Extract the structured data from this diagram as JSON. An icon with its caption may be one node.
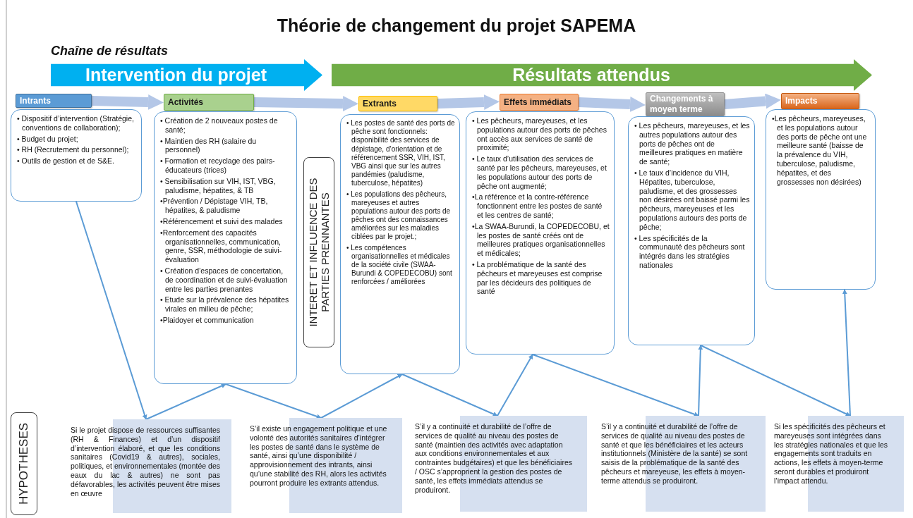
{
  "diagram": {
    "title": "Théorie de changement du projet SAPEMA",
    "nodes": [
      {
        "text": [
          "Intervention du projet"
        ]
      },
      {
        "text": [
          "Résultats attendus"
        ]
      },
      {
        "text": [
          "Intrants"
        ]
      },
      {
        "text": [
          "Activités"
        ]
      },
      {
        "text": [
          "Extrants"
        ]
      },
      {
        "text": [
          "Effets immédiats"
        ]
      },
      {
        "text": [
          "Changements à moyen terme"
        ]
      },
      {
        "text": [
          "Impacts"
        ]
      },
      {
        "text": [
          "• Dispositif d’intervention (Stratégie, conventions de collaboration);",
          "• Budget du projet;",
          "• RH (Recrutement du personnel);",
          "• Outils de gestion et de S&E."
        ]
      },
      {
        "text": [
          "• Création de 2 nouveaux postes de santé;",
          "• Maintien des RH (salaire du personnel)",
          "• Formation et recyclage des pairs-éducateurs (trices)",
          "• Sensibilisation sur VIH, IST, VBG, paludisme, hépatites, & TB",
          "•Prévention / Dépistage VIH, TB, hépatites, & paludisme",
          "•Référencement et suivi des malades",
          "•Renforcement des capacités organisationnelles, communication, genre, SSR, méthodologie de suivi-évaluation",
          "• Création d’espaces de concertation, de coordination et de suivi-évaluation entre les parties prenantes",
          "• Etude sur la prévalence des hépatites virales en milieu de pêche;",
          "•Plaidoyer et communication"
        ]
      },
      {
        "text": [
          "INTERET ET INFLUENCE DES PARTIES PRENNANTES"
        ]
      },
      {
        "text": [
          "• Les postes de santé des ports de pêche sont fonctionnels: disponibilité des services de dépistage, d’orientation et de référencement SSR, VIH, IST, VBG ainsi que sur les autres pandémies (paludisme, tuberculose, hépatites)",
          "• Les populations des pêcheurs, mareyeuses et autres populations autour des ports de pêches ont des connaissances améliorées sur les maladies ciblées par le projet.;",
          "• Les compétences organisationnelles et médicales de la société civile (SWAA-Burundi & COPEDECOBU) sont renforcées / améliorées"
        ]
      },
      {
        "text": [
          "• Les pêcheurs, mareyeuses, et les populations autour des ports de pêches ont accès aux services de santé de proximité;",
          "• Le taux d’utilisation des services de santé par les pêcheurs, mareyeuses, et les populations autour des ports de pêche ont augmenté;",
          "•La référence et la contre-référence fonctionnent entre les postes de santé et les centres de santé;",
          "•La SWAA-Burundi, la COPEDECOBU, et les postes de santé créés ont de meilleures pratiques organisationnelles et médicales;",
          "• La problématique de la santé des pêcheurs et mareyeuses est comprise par les décideurs des politiques de santé"
        ]
      },
      {
        "text": [
          "• Les pêcheurs, mareyeuses, et les autres populations autour des ports de pêches ont de meilleures pratiques en matière de santé;",
          "• Le taux d’incidence du VIH, Hépatites, tuberculose, paludisme, et des grossesses non désirées ont baissé parmi les pêcheurs, mareyeuses et les populations autours des ports de pêche;",
          "• Les spécificités de la communauté des pêcheurs sont intégrés dans les stratégies nationales"
        ]
      },
      {
        "text": [
          "•Les pêcheurs, mareyeuses, et les populations autour des ports de pêche ont une meilleure santé (baisse de la prévalence du VIH, tuberculose, paludisme, hépatites, et des grossesses non désirées)"
        ]
      },
      {
        "text": [
          "HYPOTHESES"
        ]
      },
      {
        "text": [
          "Si le projet dispose de ressources suffisantes (RH & Finances) et d’un dispositif d’intervention élaboré, et que les conditions sanitaires (Covid19 & autres), sociales, politiques, et environnementales (montée des eaux du lac & autres) ne sont pas défavorables, les activités peuvent être mises en œuvre"
        ]
      },
      {
        "text": [
          "S’il existe un engagement politique et une volonté des autorités sanitaires d’intégrer les postes de santé dans le système de santé, ainsi qu’une disponibilité / approvisionnement des intrants, ainsi qu’une stabilité des RH, alors les activités pourront produire les extrants attendus."
        ]
      },
      {
        "text": [
          "S’il y a continuité et durabilité de l’offre de services de qualité au niveau des postes de santé (maintien des activités avec adaptation aux conditions environnementales et aux contraintes budgétaires) et que les bénéficiaires / OSC s’approprient la gestion des postes de santé, les effets immédiats attendus se produiront."
        ]
      },
      {
        "text": [
          "S’il y a continuité et durabilité de l’offre de services de qualité au niveau des postes de santé et que les bénéficiaires et les acteurs institutionnels (Ministère de la santé) se sont saisis de la problématique de la santé des pêcheurs et mareyeuse, les effets à moyen-terme attendus se produiront."
        ]
      },
      {
        "text": [
          "Si les spécificités des pêcheurs et mareyeuses sont intégrées dans les stratégies nationales et que les engagements sont traduits en actions, les effets à moyen-terme seront durables et produiront l’impact attendu."
        ]
      }
    ],
    "edges": [
      {
        "from": 2,
        "to": 3,
        "arrow": "to",
        "style": "thick",
        "color": "#b4c7e7"
      },
      {
        "from": 3,
        "to": 4,
        "arrow": "to",
        "style": "thick",
        "color": "#b4c7e7"
      },
      {
        "from": 4,
        "to": 5,
        "arrow": "to",
        "style": "thick",
        "color": "#b4c7e7"
      },
      {
        "from": 5,
        "to": 6,
        "arrow": "to",
        "style": "thick",
        "color": "#b4c7e7"
      },
      {
        "from": 6,
        "to": 7,
        "arrow": "to",
        "style": "thick",
        "color": "#b4c7e7"
      },
      {
        "from": 8,
        "to": 16,
        "arrow": "to"
      },
      {
        "from": 16,
        "to": 9,
        "arrow": "to"
      },
      {
        "from": 9,
        "to": 17,
        "arrow": "to"
      },
      {
        "from": 17,
        "to": 11,
        "arrow": "to"
      },
      {
        "from": 11,
        "to": 18,
        "arrow": "to"
      },
      {
        "from": 18,
        "to": 12,
        "arrow": "to"
      },
      {
        "from": 12,
        "to": 19,
        "arrow": "to"
      },
      {
        "from": 19,
        "to": 13,
        "arrow": "to"
      },
      {
        "from": 13,
        "to": 20,
        "arrow": "to"
      },
      {
        "from": 20,
        "to": 14,
        "arrow": "to"
      }
    ],
    "labels": [
      "Chaîne de résultats"
    ]
  }
}
